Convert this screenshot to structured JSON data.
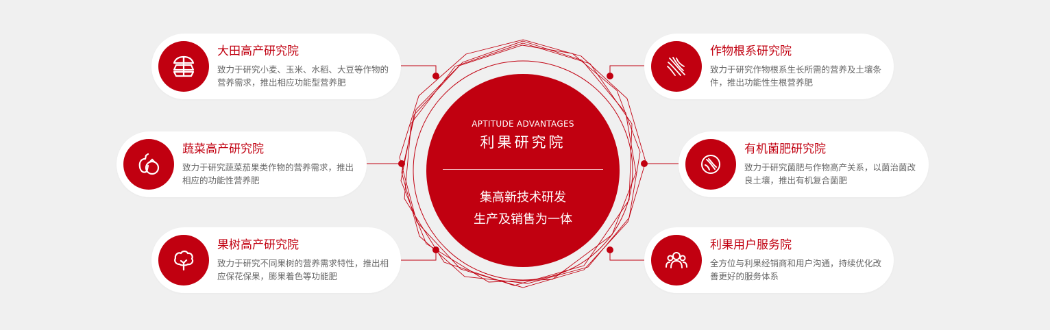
{
  "center": {
    "en_label": "APTITUDE ADVANTAGES",
    "title": "利果研究院",
    "slogan_line1": "集高新技术研发",
    "slogan_line2": "生产及销售为一体"
  },
  "institutes": [
    {
      "title": "大田高产研究院",
      "desc": "致力于研究小麦、玉米、水稻、大豆等作物的营养需求，推出相应功能型营养肥",
      "icon": "crop-field-icon"
    },
    {
      "title": "蔬菜高产研究院",
      "desc": "致力于研究蔬菜茄果类作物的营养需求，推出相应的功能性营养肥",
      "icon": "vegetable-icon"
    },
    {
      "title": "果树高产研究院",
      "desc": "致力于研究不同果树的营养需求特性，推出相应保花保果，膨果着色等功能肥",
      "icon": "tree-icon"
    },
    {
      "title": "作物根系研究院",
      "desc": "致力于研究作物根系生长所需的营养及土壤条件，推出功能性生根营养肥",
      "icon": "root-icon"
    },
    {
      "title": "有机菌肥研究院",
      "desc": "致力于研究菌肥与作物高产关系，以菌治菌改良土壤，推出有机复合菌肥",
      "icon": "microbe-icon"
    },
    {
      "title": "利果用户服务院",
      "desc": "全方位与利果经销商和用户沟通，持续优化改善更好的服务体系",
      "icon": "users-icon"
    }
  ],
  "colors": {
    "accent": "#c10010",
    "background": "#f0f0f0",
    "card": "#ffffff",
    "desc_text": "#666666"
  }
}
